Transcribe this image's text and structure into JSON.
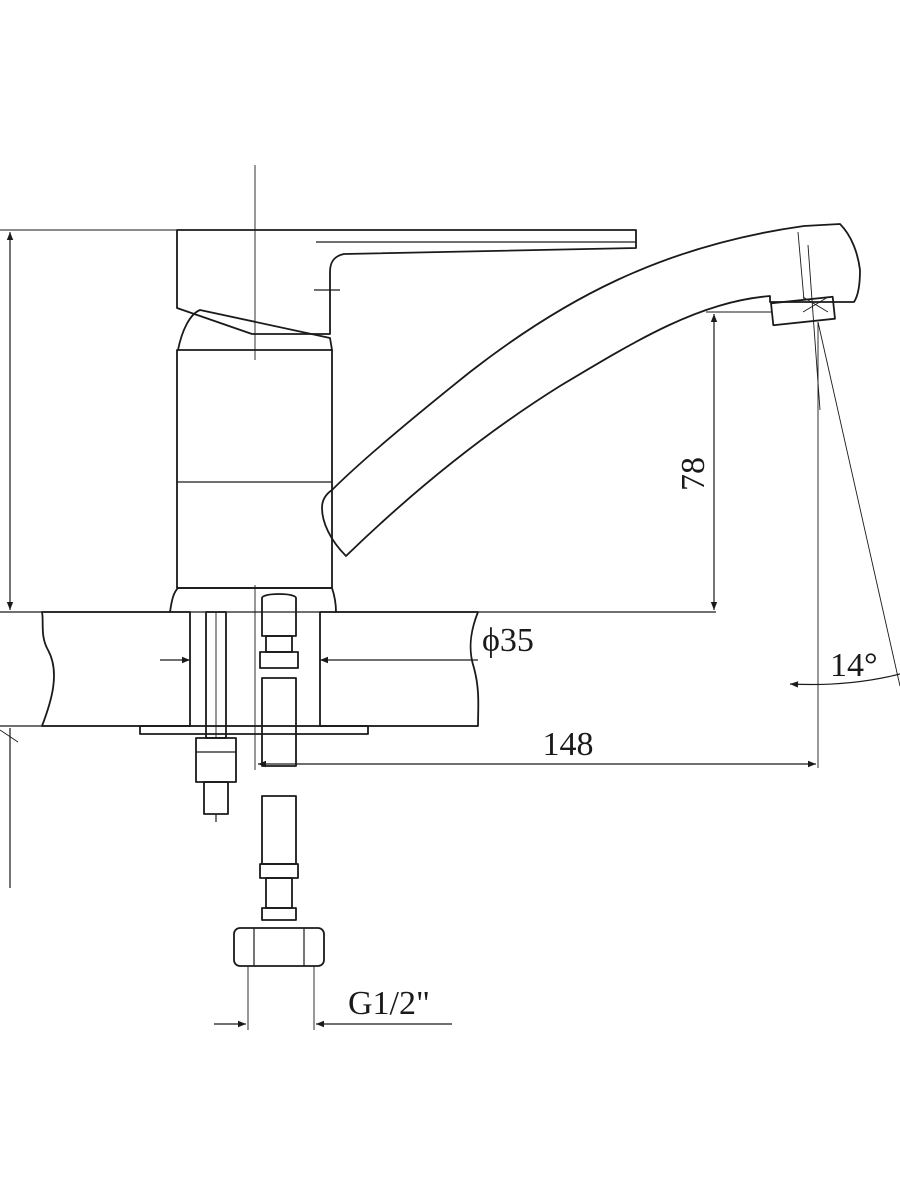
{
  "drawing": {
    "dimensions": {
      "spout_height": "78",
      "body_diameter": "ϕ35",
      "spout_reach": "148",
      "swivel_angle": "14°",
      "connection_thread": "G1/2\""
    }
  }
}
